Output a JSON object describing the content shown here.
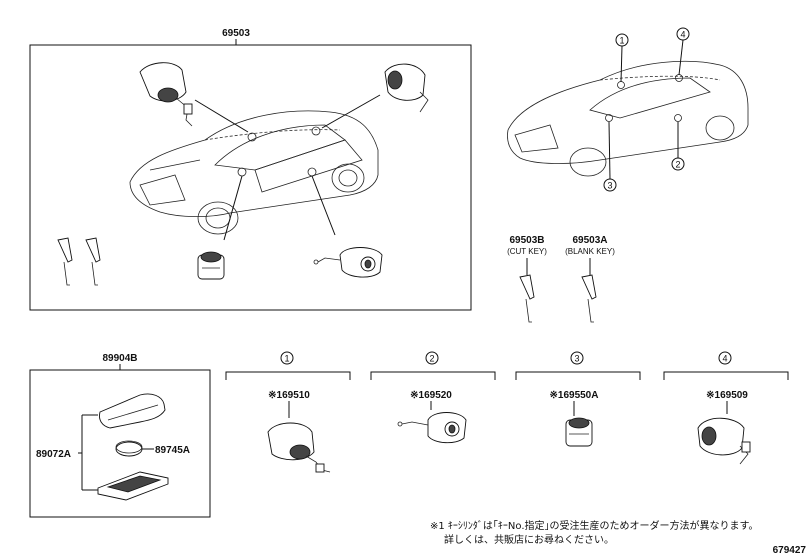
{
  "assembly": {
    "main_part": "69503"
  },
  "callouts": {
    "c1": "1",
    "c2": "2",
    "c3": "3",
    "c4": "4"
  },
  "keys": {
    "cut_key_part": "69503B",
    "cut_key_desc": "(CUT KEY)",
    "blank_key_part": "69503A",
    "blank_key_desc": "(BLANK KEY)"
  },
  "transmitter": {
    "assembly_part": "89904B",
    "case_part": "89072A",
    "battery_part": "89745A"
  },
  "sub_parts": [
    {
      "circle": "1",
      "part": "※169510"
    },
    {
      "circle": "2",
      "part": "※169520"
    },
    {
      "circle": "3",
      "part": "※169550A"
    },
    {
      "circle": "4",
      "part": "※169509"
    }
  ],
  "footnote": {
    "line1": "※1 ｷｰｼﾘﾝﾀﾞは｢ｷｰNo.指定｣の受注生産のためオーダー方法が異なります。",
    "line2": "詳しくは、共販店にお尋ねください。"
  },
  "diagram_id": "679427"
}
